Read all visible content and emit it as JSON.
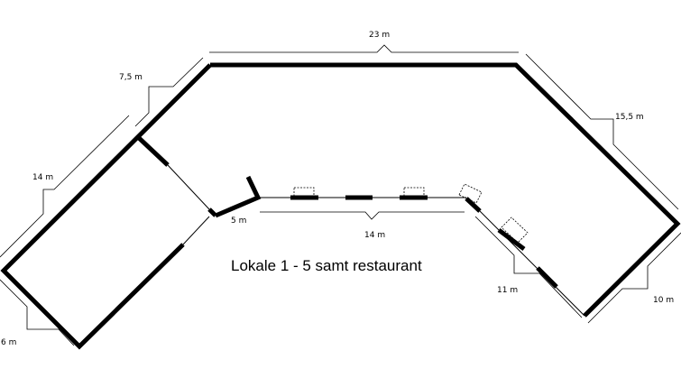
{
  "title": "Lokale 1 - 5 samt restaurant",
  "dimensions": {
    "top": "23 m",
    "top_left": "7,5 m",
    "top_right": "15,5 m",
    "left": "14 m",
    "bottom_left": "6 m",
    "inner_short": "5 m",
    "inner_middle": "14 m",
    "inner_diagonal": "11 m",
    "right_end": "10 m"
  }
}
